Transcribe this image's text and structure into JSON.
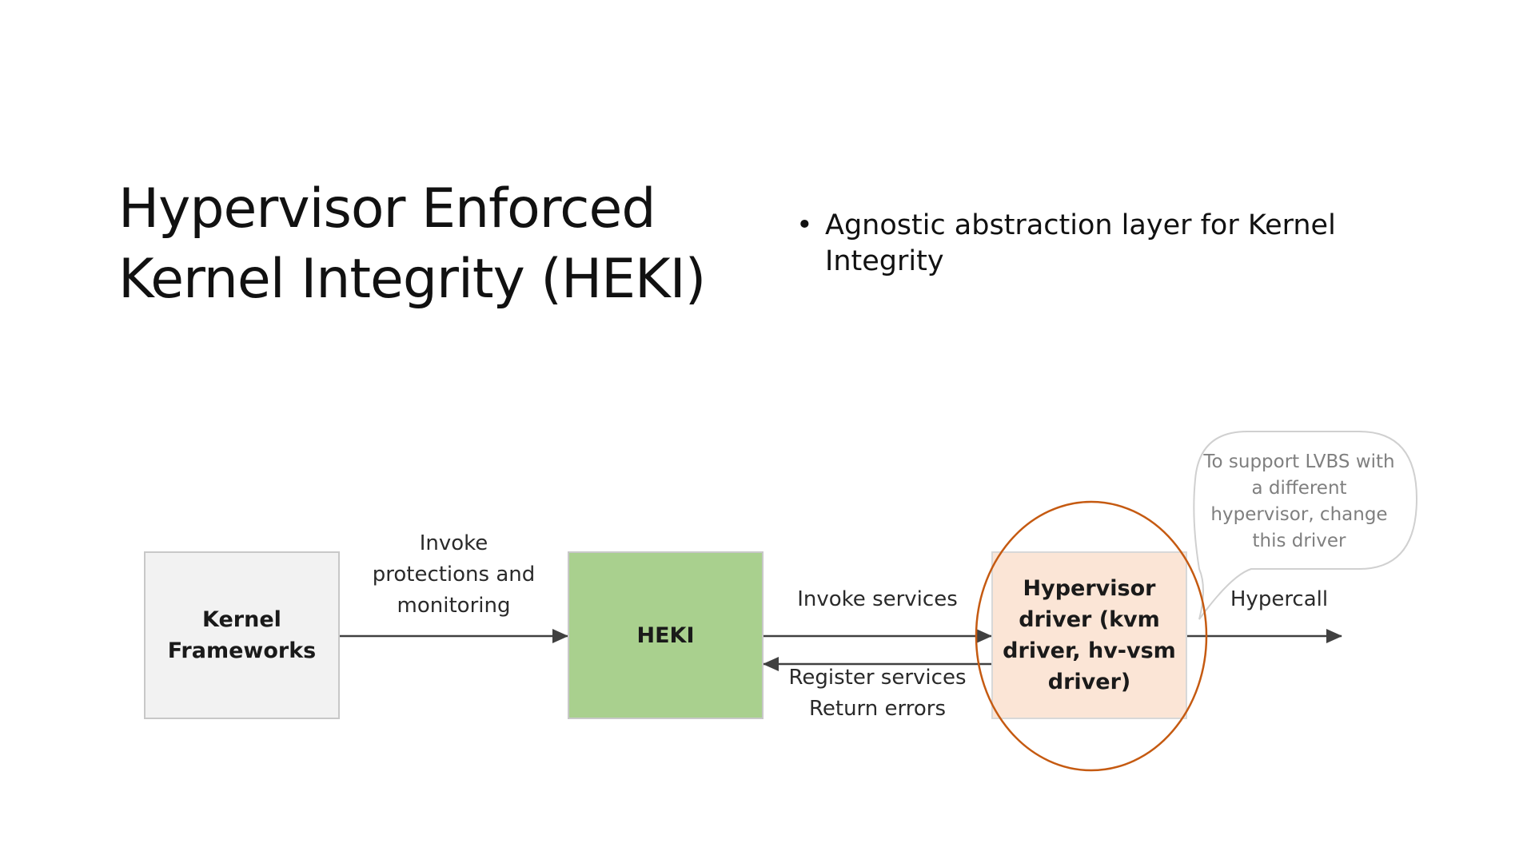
{
  "slide": {
    "title_lines": [
      "Hypervisor Enforced",
      "Kernel Integrity (HEKI)"
    ],
    "bullet": {
      "lines": [
        "Agnostic abstraction layer for Kernel",
        "Integrity"
      ]
    }
  },
  "diagram": {
    "kernel_box": {
      "lines": [
        "Kernel",
        "Frameworks"
      ],
      "fill": "#f2f2f2"
    },
    "heki_box": {
      "label": "HEKI",
      "fill": "#a9d08e"
    },
    "hypervisor_box": {
      "lines": [
        "Hypervisor",
        "driver (kvm",
        "driver, hv-vsm",
        "driver)"
      ],
      "fill": "#fbe5d6",
      "highlight_color": "#c55a11"
    },
    "edge_invoke_protections": {
      "lines": [
        "Invoke",
        "protections and",
        "monitoring"
      ]
    },
    "edge_invoke_services": {
      "label": "Invoke services"
    },
    "edge_register": {
      "lines": [
        "Register services",
        "Return errors"
      ]
    },
    "edge_hypercall": {
      "label": "Hypercall"
    },
    "callout": {
      "lines": [
        "To support LVBS with",
        "a different",
        "hypervisor, change",
        "this driver"
      ],
      "text_color": "#7f7f7f"
    }
  }
}
